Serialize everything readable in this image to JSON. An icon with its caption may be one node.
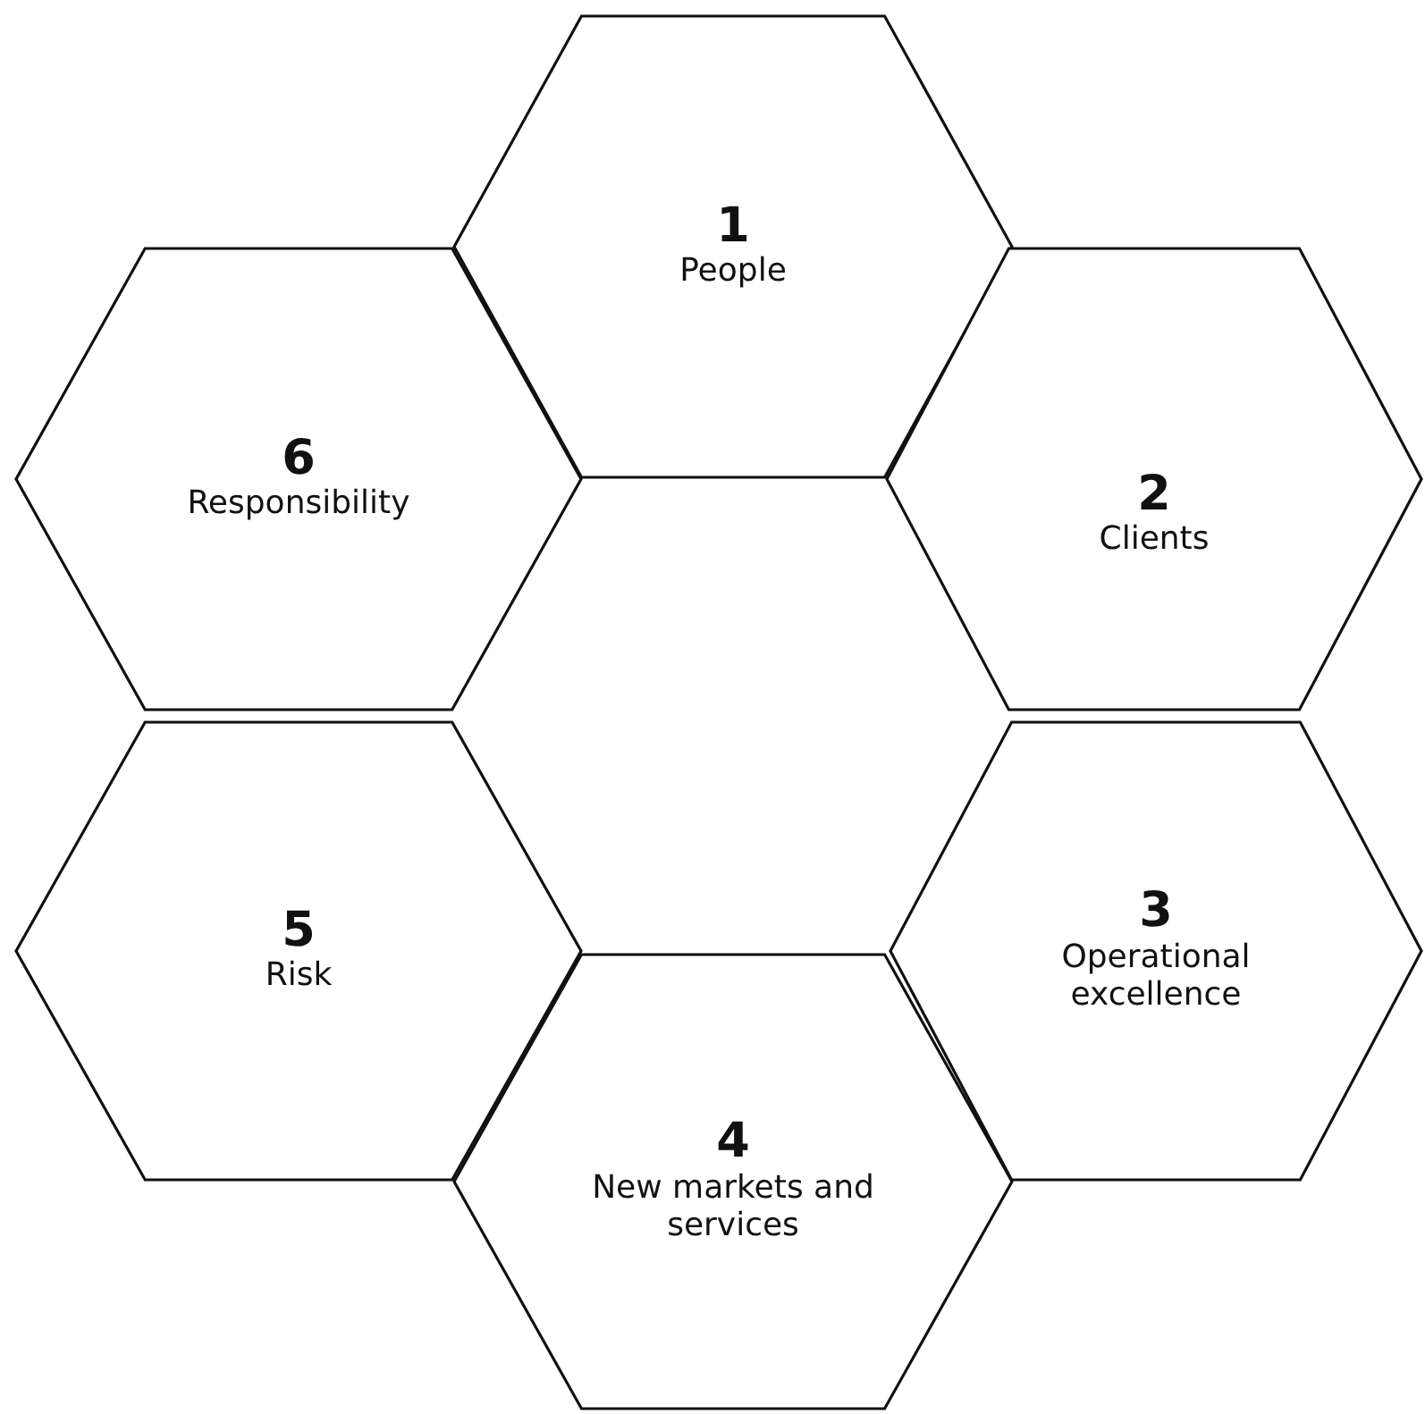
{
  "diagram": {
    "nodes": [
      {
        "text": [
          "1",
          "People"
        ]
      },
      {
        "text": [
          "2",
          "Clients"
        ]
      },
      {
        "text": [
          "3",
          "Operational excellence"
        ]
      },
      {
        "text": [
          "4",
          "New markets and services"
        ]
      },
      {
        "text": [
          "5",
          "Risk"
        ]
      },
      {
        "text": [
          "6",
          "Responsibility"
        ]
      }
    ]
  }
}
